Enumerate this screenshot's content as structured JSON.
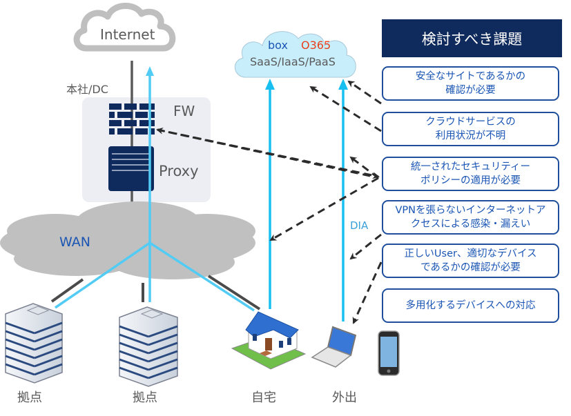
{
  "title": "検討すべき課題",
  "internet": {
    "label": "Internet"
  },
  "hq": {
    "label": "本社/DC",
    "fw_label": "FW",
    "proxy_label": "Proxy"
  },
  "cloud_services": {
    "box_label": "box",
    "o365_label": "O365",
    "label": "SaaS/IaaS/PaaS"
  },
  "wan": {
    "label": "WAN"
  },
  "dia": {
    "label": "DIA"
  },
  "sites": [
    {
      "label": "拠点"
    },
    {
      "label": "拠点"
    },
    {
      "label": "自宅"
    },
    {
      "label": "外出"
    }
  ],
  "issues": [
    {
      "line1": "安全なサイトであるかの",
      "line2": "確認が必要"
    },
    {
      "line1": "クラウドサービスの",
      "line2": "利用状況が不明"
    },
    {
      "line1": "統一されたセキュリティー",
      "line2": "ポリシーの適用が必要"
    },
    {
      "line1": "VPNを張らないインターネットア",
      "line2": "クセスによる感染・漏えい"
    },
    {
      "line1": "正しいUser、適切なデバイス",
      "line2": "であるかの確認が必要"
    },
    {
      "line1": "多用化するデバイスへの対応",
      "line2": ""
    }
  ],
  "colors": {
    "navy": "#0f2a5c",
    "issue_border": "#1f4e9c",
    "issue_text": "#1a55b4",
    "light_blue_line": "#4cc9f0",
    "cloud_fill": "#c9eefb",
    "wan_fill": "#bfbfbf",
    "o365_red": "#e8401c"
  }
}
